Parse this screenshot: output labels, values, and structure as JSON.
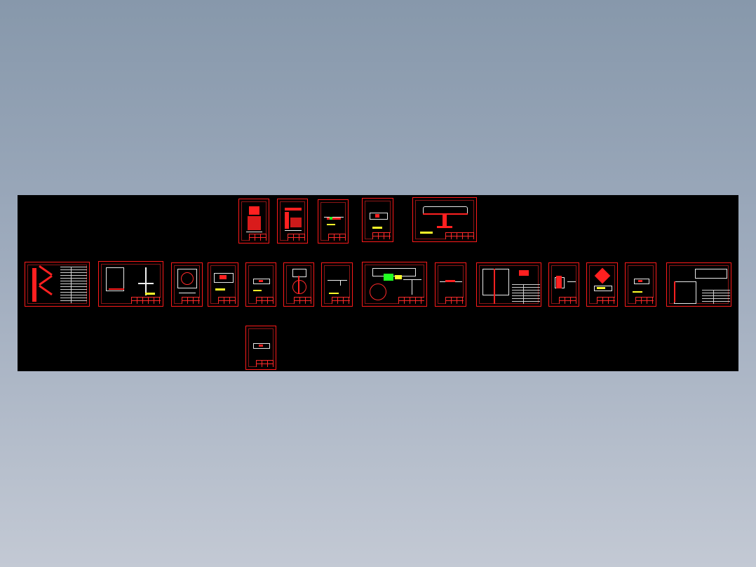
{
  "canvas": {
    "background": "#000000",
    "sheet_border_color": "#ff1a1a"
  },
  "drawing_sheets": {
    "top_row": [
      {
        "id": "sheet-top-1"
      },
      {
        "id": "sheet-top-2"
      },
      {
        "id": "sheet-top-3"
      },
      {
        "id": "sheet-top-4"
      },
      {
        "id": "sheet-top-5"
      }
    ],
    "middle_row": [
      {
        "id": "sheet-mid-1"
      },
      {
        "id": "sheet-mid-2"
      },
      {
        "id": "sheet-mid-3"
      },
      {
        "id": "sheet-mid-4"
      },
      {
        "id": "sheet-mid-5"
      },
      {
        "id": "sheet-mid-6"
      },
      {
        "id": "sheet-mid-7"
      },
      {
        "id": "sheet-mid-8"
      },
      {
        "id": "sheet-mid-9"
      },
      {
        "id": "sheet-mid-10"
      },
      {
        "id": "sheet-mid-11"
      },
      {
        "id": "sheet-mid-12"
      },
      {
        "id": "sheet-mid-13"
      },
      {
        "id": "sheet-mid-14"
      }
    ],
    "bottom_row": [
      {
        "id": "sheet-bottom-1"
      }
    ]
  }
}
